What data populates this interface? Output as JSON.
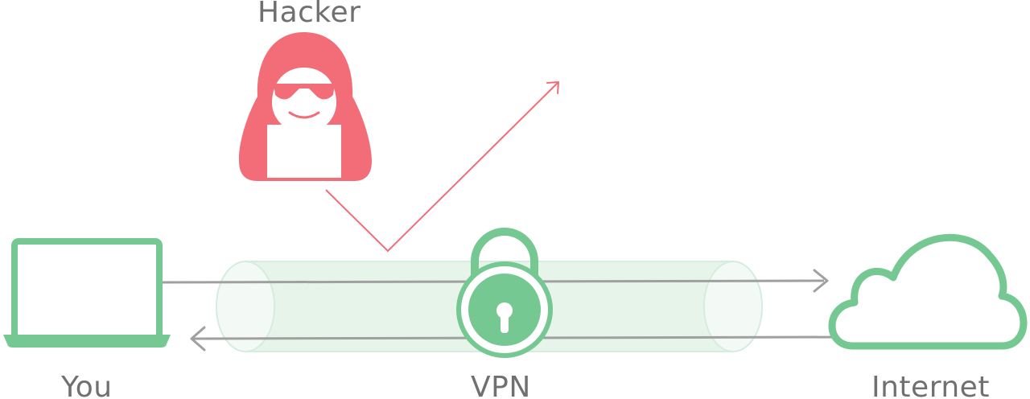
{
  "labels": {
    "hacker": "Hacker",
    "you": "You",
    "vpn": "VPN",
    "internet": "Internet"
  },
  "nodes": [
    {
      "id": "you",
      "icon": "laptop-icon",
      "color": "#76c893"
    },
    {
      "id": "vpn",
      "icon": "padlock-icon",
      "color": "#76c893"
    },
    {
      "id": "internet",
      "icon": "cloud-icon",
      "color": "#76c893"
    },
    {
      "id": "hacker",
      "icon": "hooded-hacker-icon",
      "color": "#f26d77"
    }
  ],
  "colors": {
    "secure": "#76c893",
    "tunnel_fill": "#e6f4ea",
    "tunnel_stroke": "#d6ece0",
    "threat": "#f26d77",
    "arrow": "#a0a0a0",
    "text": "#707070"
  }
}
